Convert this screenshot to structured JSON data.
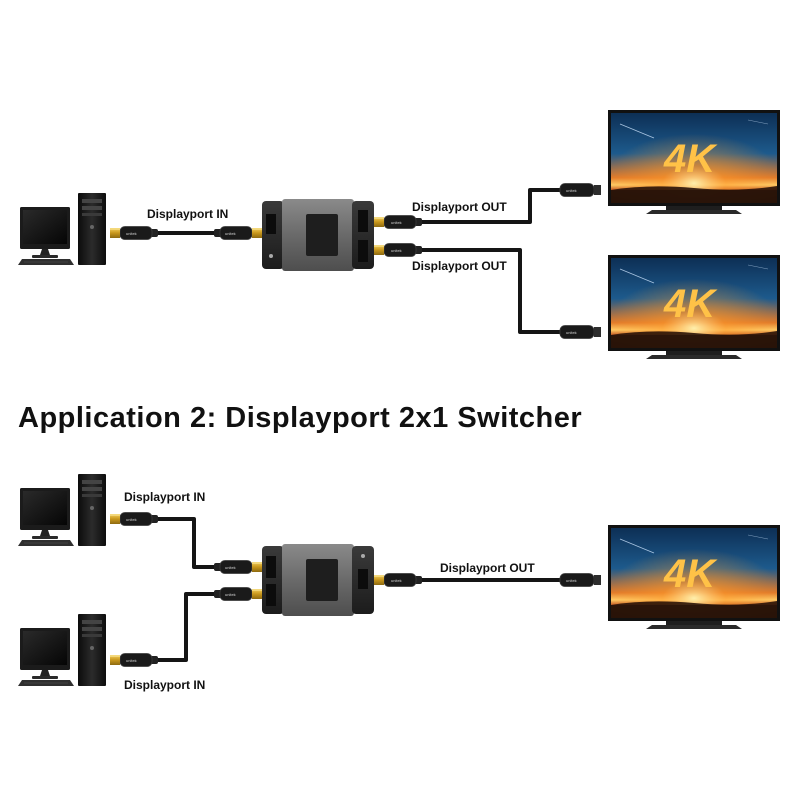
{
  "application_1": {
    "input_label": "Displayport IN",
    "output_label_1": "Displayport OUT",
    "output_label_2": "Displayport OUT"
  },
  "application_2": {
    "title": "Application 2: Displayport 2x1 Switcher",
    "input_label_1": "Displayport IN",
    "input_label_2": "Displayport IN",
    "output_label": "Displayport OUT"
  },
  "screen_badge": "4K",
  "cable_brand": "unitek",
  "colors": {
    "cable": "#151515",
    "connector_gold": "#d9a520",
    "device_body": "#6d6d6d",
    "screen_sky": "#123b66",
    "screen_glow": "#ff9a2a"
  }
}
